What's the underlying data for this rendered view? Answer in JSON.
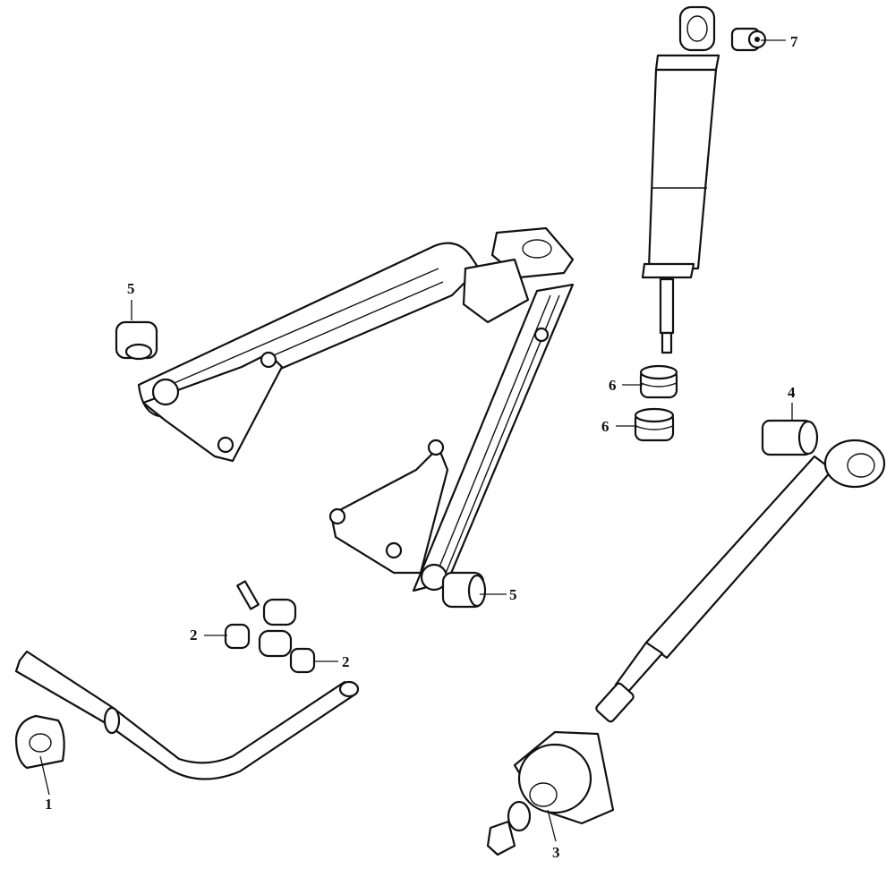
{
  "diagram": {
    "type": "exploded parts diagram - front suspension",
    "callouts": [
      {
        "id": "stabilizer-bush",
        "label": "1"
      },
      {
        "id": "link-bush-left",
        "label": "2"
      },
      {
        "id": "link-bush-right",
        "label": "2"
      },
      {
        "id": "mount-bracket",
        "label": "3"
      },
      {
        "id": "tie-rod-bush",
        "label": "4"
      },
      {
        "id": "arm-bush-upper",
        "label": "5"
      },
      {
        "id": "arm-bush-lower",
        "label": "5"
      },
      {
        "id": "shock-bush-upper",
        "label": "6"
      },
      {
        "id": "shock-bush-lower",
        "label": "6"
      },
      {
        "id": "shock-top-bush",
        "label": "7"
      }
    ]
  }
}
